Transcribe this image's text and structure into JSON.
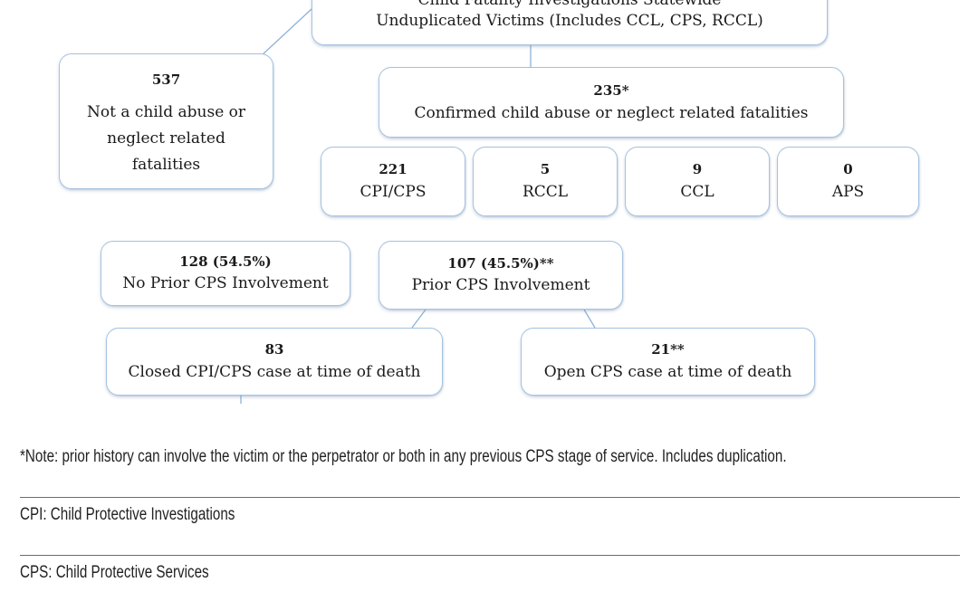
{
  "diagram": {
    "top_box": {
      "label_line1": "Child Fatality Investigations Statewide",
      "label_line2": "Unduplicated Victims (Includes CCL, CPS, RCCL)"
    },
    "not_related": {
      "value": "537",
      "label": "Not a child abuse or neglect related fatalities"
    },
    "confirmed": {
      "value": "235*",
      "label": "Confirmed child abuse or neglect related fatalities"
    },
    "programs": [
      {
        "value": "221",
        "label": "CPI/CPS"
      },
      {
        "value": "5",
        "label": "RCCL"
      },
      {
        "value": "9",
        "label": "CCL"
      },
      {
        "value": "0",
        "label": "APS"
      }
    ],
    "no_prior": {
      "value": "128 (54.5%)",
      "label": "No Prior CPS Involvement"
    },
    "prior": {
      "value": "107 (45.5%)**",
      "label": "Prior CPS Involvement"
    },
    "closed_case": {
      "value": "83",
      "label": "Closed CPI/CPS case at time of death"
    },
    "open_case": {
      "value": "21**",
      "label": "Open CPS case at time of death"
    }
  },
  "notes": {
    "note": "*Note: prior history can involve the victim or the perpetrator or both in any previous CPS stage of service. Includes duplication.",
    "cpi": "CPI: Child Protective Investigations",
    "cps": "CPS: Child Protective Services"
  },
  "colors": {
    "box_border": "#a6c2df",
    "connector": "#8fb3d6",
    "text": "#1a1a1a"
  }
}
